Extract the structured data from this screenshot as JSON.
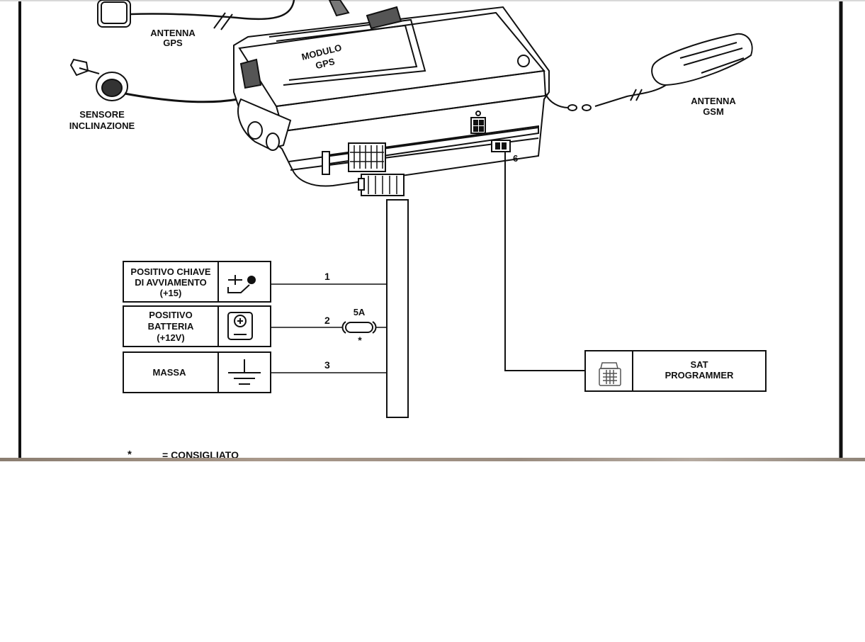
{
  "diagram": {
    "gps_module_label": [
      "MODULO",
      "GPS"
    ],
    "gps_antenna_label": [
      "ANTENNA",
      "GPS"
    ],
    "tilt_sensor_label": [
      "SENSORE",
      "INCLINAZIONE"
    ],
    "gsm_antenna_label": [
      "ANTENNA",
      "GSM"
    ],
    "connector_6_label": "6",
    "wires": [
      {
        "number": "1",
        "name": [
          "POSITIVO CHIAVE",
          "DI AVVIAMENTO",
          "(+15)"
        ],
        "icon": "ignition-key-icon"
      },
      {
        "number": "2",
        "name": [
          "POSITIVO",
          "BATTERIA",
          "(+12V)"
        ],
        "icon": "battery-icon"
      },
      {
        "number": "3",
        "name": [
          "MASSA"
        ],
        "icon": "ground-icon"
      }
    ],
    "fuse_rating": "5A",
    "fuse_marker": "*",
    "sat_programmer_label": [
      "SAT",
      "PROGRAMMER"
    ],
    "sat_programmer_icon": "handheld-programmer-icon",
    "legend": {
      "symbol": "*",
      "text": "= CONSIGLIATO"
    }
  },
  "colors": {
    "line": "#111111",
    "background": "#ffffff"
  }
}
